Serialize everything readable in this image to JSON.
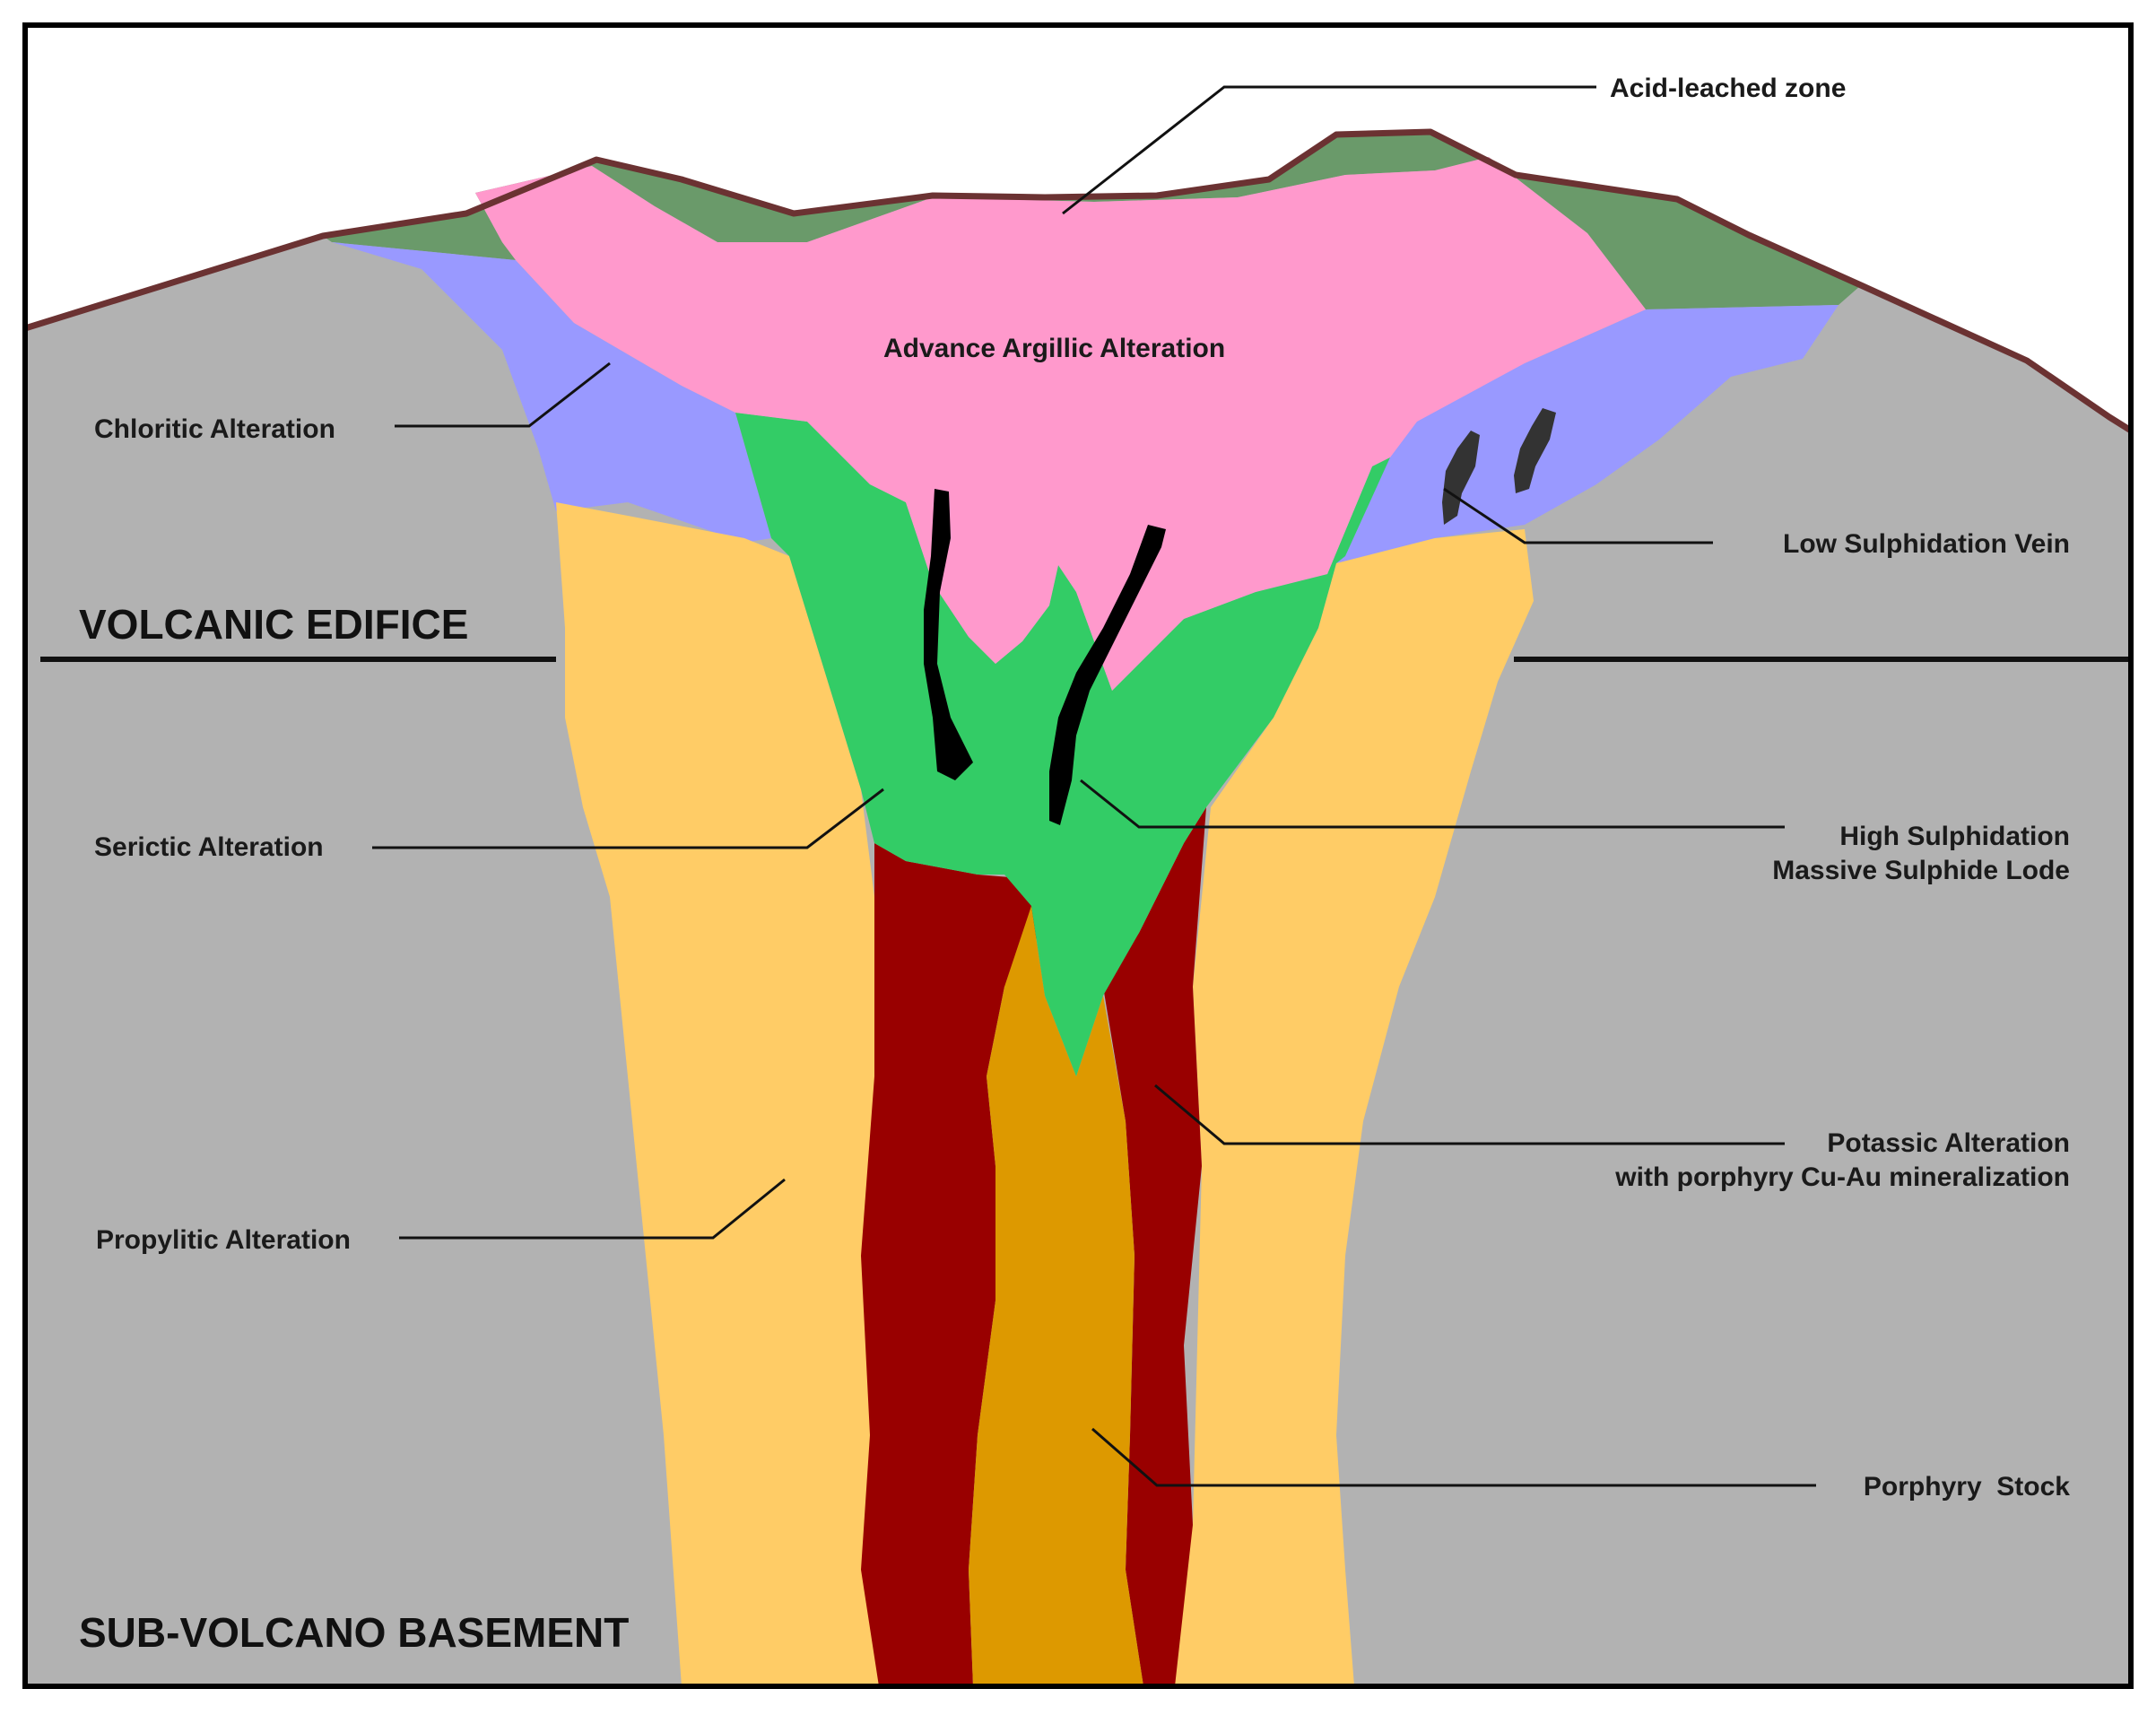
{
  "colors": {
    "background_rock": "#b2b2b2",
    "acid_leached": "#6a9a6a",
    "surface_line": "#6b3232",
    "advanced_argillic": "#ff99cc",
    "chloritic": "#9999ff",
    "sericitic": "#33cc66",
    "propylitic": "#ffcc66",
    "potassic": "#990000",
    "porphyry_stock": "#dd9900",
    "veins": "#000000",
    "low_sulph_veins": "#333333",
    "frame": "#000000"
  },
  "regions": {
    "volcanic_edifice": "VOLCANIC EDIFICE",
    "sub_volcano_basement": "SUB-VOLCANO BASEMENT"
  },
  "labels": {
    "acid_leached": "Acid-leached zone",
    "advance_argillic": "Advance Argillic Alteration",
    "chloritic": "Chloritic Alteration",
    "low_sulphidation": "Low Sulphidation Vein",
    "sericitic": "Serictic Alteration",
    "high_sulphidation_1": "High Sulphidation",
    "high_sulphidation_2": "Massive Sulphide Lode",
    "potassic_1": "Potassic Alteration",
    "potassic_2": "with porphyry Cu-Au mineralization",
    "propylitic": "Propylitic Alteration",
    "porphyry_stock": "Porphyry  Stock"
  }
}
